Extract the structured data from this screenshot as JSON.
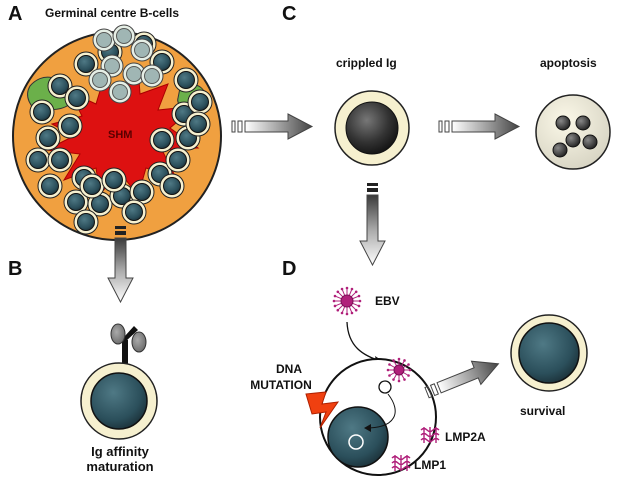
{
  "panels": {
    "a": "A",
    "b": "B",
    "c": "C",
    "d": "D"
  },
  "labels": {
    "germinal_centre": "Germinal centre B-cells",
    "shm": "SHM",
    "ig_affinity_line1": "Ig affinity",
    "ig_affinity_line2": "maturation",
    "crippled_ig": "crippled Ig",
    "apoptosis": "apoptosis",
    "ebv": "EBV",
    "dna_mutation_line1": "DNA",
    "dna_mutation_line2": "MUTATION",
    "survival": "survival",
    "lmp2a": "LMP2A",
    "lmp1": "LMP1"
  },
  "colors": {
    "germinal_orange": "#f0a040",
    "shm_red": "#dd1111",
    "fdc_green": "#6bb04a",
    "cell_nucleus": "#2f5460",
    "cell_cytoplasm": "#f6f0cf",
    "lmp_magenta": "#b0207a",
    "lightning": "#f04010"
  }
}
